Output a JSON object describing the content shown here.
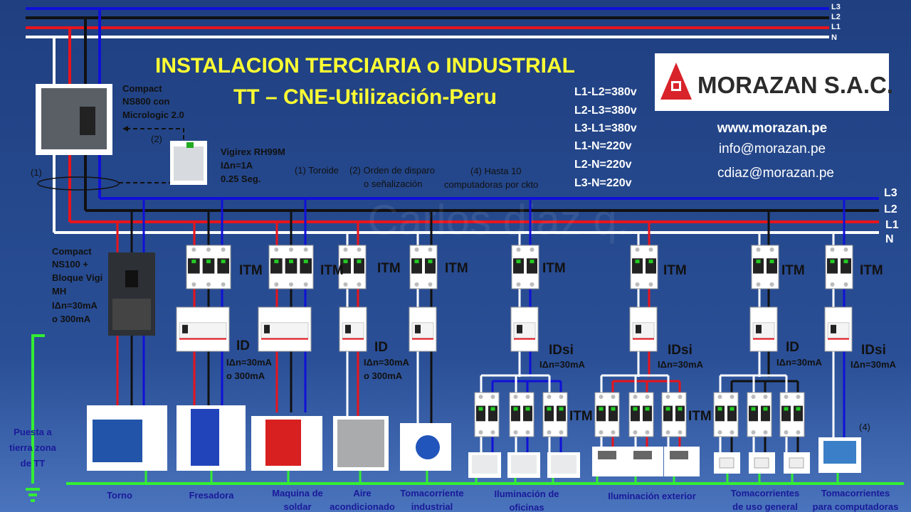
{
  "title": {
    "line1": "INSTALACION TERCIARIA o INDUSTRIAL",
    "line2": "TT – CNE-Utilización-Peru"
  },
  "logo": {
    "text": "MORAZAN S.A.C."
  },
  "contact": {
    "web": "www.morazan.pe",
    "email1": "info@morazan.pe",
    "email2": "cdiaz@morazan.pe"
  },
  "voltages": [
    "L1-L2=380v",
    "L2-L3=380v",
    "L3-L1=380v",
    "L1-N=220v",
    "L2-N=220v",
    "L3-N=220v"
  ],
  "bus_top": [
    "L3",
    "L2",
    "L1",
    "N"
  ],
  "bus_main": [
    "L3",
    "L2",
    "L1",
    "N"
  ],
  "watermark": "Carlos diaz q.",
  "main_breaker": {
    "line1": "Compact",
    "line2": "NS800 con",
    "line3": "Micrologic 2.0"
  },
  "vigirex": {
    "line1": "Vigirex RH99M",
    "line2": "IΔn=1A",
    "line3": "0.25 Seg."
  },
  "notes": {
    "n1": "(1)",
    "n2": "(2)",
    "n4": "(4)",
    "toroide": "(1) Toroide",
    "orden1": "(2) Orden de disparo",
    "orden2": "o señalización",
    "hasta1": "(4) Hasta 10",
    "hasta2": "computadoras por ckto"
  },
  "ns100": {
    "line1": "Compact",
    "line2": "NS100 +",
    "line3": "Bloque Vigi",
    "line4": "MH",
    "line5": "IΔn=30mA",
    "line6": "o 300mA"
  },
  "device_labels": {
    "itm": "ITM",
    "id": "ID",
    "idsi": "IDsi",
    "i30": "IΔn=30mA",
    "i300": "o 300mA"
  },
  "ground": {
    "line1": "Puesta a",
    "line2": "tierra zona",
    "line3": "de TT"
  },
  "loads": [
    {
      "l1": "Torno",
      "l2": ""
    },
    {
      "l1": "Fresadora",
      "l2": ""
    },
    {
      "l1": "Maquina de",
      "l2": "soldar"
    },
    {
      "l1": "Aire",
      "l2": "acondicionado"
    },
    {
      "l1": "Tomacorriente",
      "l2": "industrial"
    },
    {
      "l1": "Iluminación de",
      "l2": "oficinas"
    },
    {
      "l1": "Iluminación exterior",
      "l2": ""
    },
    {
      "l1": "Tomacorrientes",
      "l2": "de uso general"
    },
    {
      "l1": "Tomacorrientes",
      "l2": "para computadoras"
    }
  ],
  "colors": {
    "L1": "#e8141c",
    "L2": "#111111",
    "L3": "#1010d8",
    "N": "#ffffff",
    "PE": "#33ee33",
    "title": "#ffff33"
  }
}
